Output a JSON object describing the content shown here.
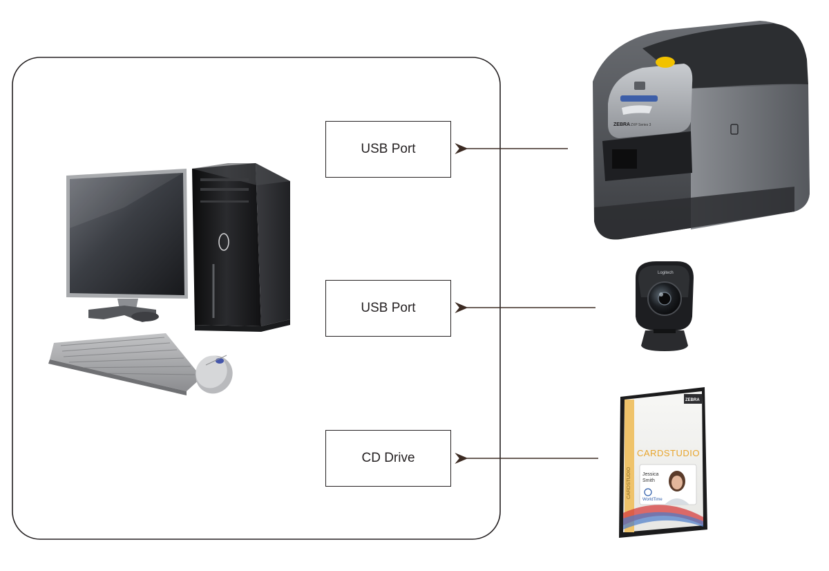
{
  "ports": [
    {
      "label": "USB Port"
    },
    {
      "label": "USB Port"
    },
    {
      "label": "CD Drive"
    }
  ],
  "devices": {
    "printer": {
      "brand_text": "ZEBRA",
      "model_text": "ZXP Series 3"
    },
    "webcam": {
      "brand_text": "Logitech"
    },
    "software_box": {
      "brand_text": "ZEBRA",
      "product_text": "CARDSTUDIO",
      "card_name_first": "Jessica",
      "card_name_last": "Smith",
      "card_company": "WorldTime"
    }
  },
  "colors": {
    "outline": "#231f20",
    "arrow": "#3b2a22",
    "printer_body": "#5c5f64",
    "printer_button": "#f2c200",
    "printer_display": "#3d5ea8",
    "box_accent": "#e8a52c"
  }
}
